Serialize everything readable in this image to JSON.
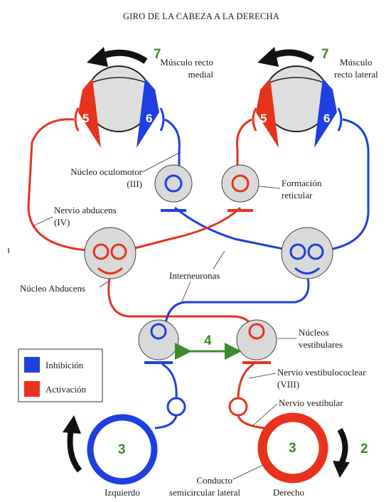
{
  "title": "GIRO DE LA CABEZA A LA DERECHA",
  "labels": {
    "musculo_recto_medial": [
      "Músculo recto",
      "medial"
    ],
    "musculo_recto_lateral": [
      "Músculo",
      "recto lateral"
    ],
    "nucleo_oculomotor": [
      "Núcleo oculomotor",
      "(III)"
    ],
    "formacion_reticular": [
      "Formación",
      "reticular"
    ],
    "nervio_abducens": [
      "Nervio abducens",
      "(IV)"
    ],
    "interneuronas": "Interneuronas",
    "nucleo_abducens": "Núcleo Abducens",
    "nucleos_vestibulares": [
      "Núcleos",
      "vestibulares"
    ],
    "nervio_vestibulococlear": [
      "Nervio vestibulococlear",
      "(VIII)"
    ],
    "nervio_vestibular": "Nervio vestibular",
    "conducto": [
      "Conducto",
      "semicircular lateral"
    ],
    "izquierdo": "Izquierdo",
    "derecho": "Derecho"
  },
  "numbers": {
    "rotation_left": "7",
    "rotation_right": "7",
    "muscle_medial": "5",
    "muscle_lateral": "6",
    "interconnection": "4",
    "canal_left": "3",
    "canal_right": "3",
    "head_rotation": "2"
  },
  "legend": [
    {
      "label": "Inhibición",
      "color": "#1f3fe0"
    },
    {
      "label": "Activación",
      "color": "#e8331c"
    }
  ],
  "colors": {
    "activation": "#e8331c",
    "inhibition": "#1f3fe0",
    "green": "#3d8a2a",
    "neuron_fill": "#d9d9d9"
  }
}
